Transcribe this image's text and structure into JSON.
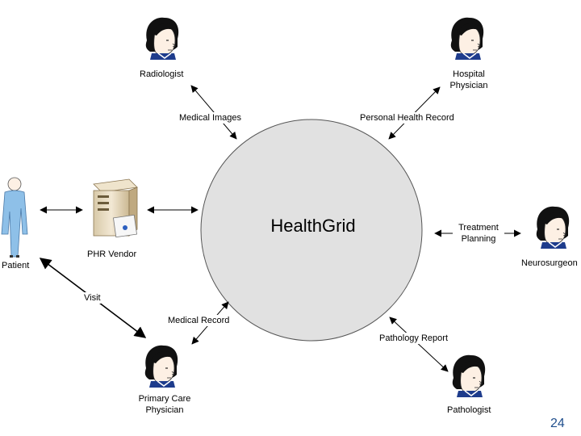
{
  "hub": {
    "label": "HealthGrid"
  },
  "actors": {
    "radiologist": "Radiologist",
    "hospital_physician": [
      "Hospital",
      "Physician"
    ],
    "neurosurgeon": "Neurosurgeon",
    "pathologist": "Pathologist",
    "primary_care": [
      "Primary Care",
      "Physician"
    ],
    "patient": "Patient",
    "phr_vendor": "PHR Vendor"
  },
  "connections": {
    "medical_images": "Medical Images",
    "personal_health_record": "Personal Health Record",
    "treatment_planning": [
      "Treatment",
      "Planning"
    ],
    "pathology_report": "Pathology Report",
    "medical_record": "Medical Record",
    "visit": "Visit"
  },
  "page_number": "24",
  "colors": {
    "hub_fill": "#e1e1e1",
    "arrow": "#000000",
    "hair": "#111111",
    "skin": "#fdf0e4",
    "collar": "#1e3c8c",
    "patient_body": "#8ec0e8",
    "server": "#e9dcc2",
    "page_number": "#1f4e8c"
  }
}
